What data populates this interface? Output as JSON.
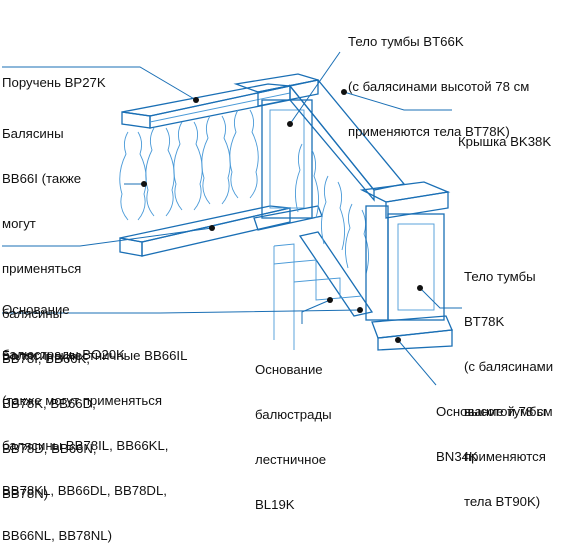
{
  "labels": {
    "handrail": [
      "Поручень BP27K"
    ],
    "balusters": [
      "Балясины",
      "BB66I (также",
      "могут",
      "применяться",
      "балясины",
      "BB78I, BB66K,",
      "BB78K, BB66D,",
      "BB78D, BB66N,",
      "BB78N)"
    ],
    "base": [
      "Основание",
      "балюстрады BO20K"
    ],
    "stair_balusters": [
      "Балясины лестничные BB66IL",
      "(также могут применяться",
      "балясины BB78IL, BB66KL,",
      "BB78KL, BB66DL, BB78DL,",
      "BB66NL, BB78NL)"
    ],
    "post_body_66": [
      "Тело тумбы BT66K",
      "(с балясинами высотой 78 см",
      "применяются тела BT78K)"
    ],
    "cap": [
      "Крышка BK38K"
    ],
    "post_body_78": [
      "Тело тумбы",
      "BT78K",
      "(с балясинами",
      "высотой 78 см",
      "применяются",
      "тела BT90K)"
    ],
    "stair_base": [
      "Основание",
      "балюстрады",
      "лестничное",
      "BL19K"
    ],
    "post_base": [
      "Основание тумбы",
      "BN34K"
    ]
  },
  "colors": {
    "line": "#1a6fb5",
    "text": "#111111",
    "background": "#ffffff"
  }
}
